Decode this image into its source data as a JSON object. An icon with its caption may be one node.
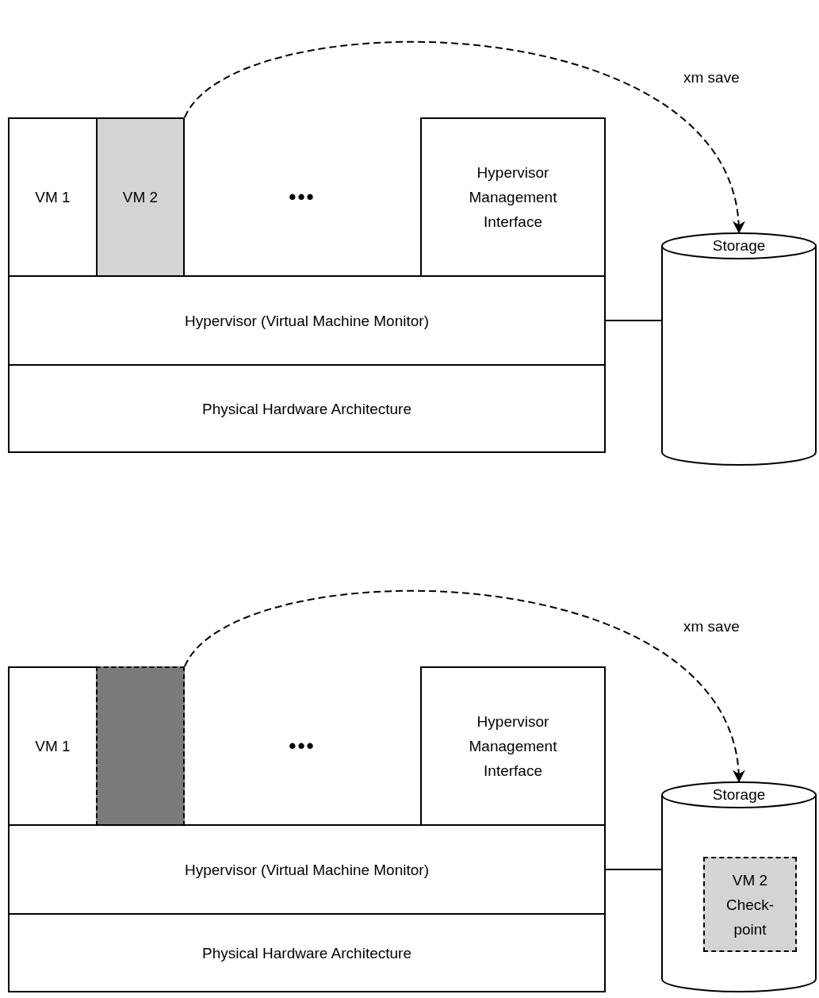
{
  "diagram": {
    "nodes": [
      {
        "text": [
          "VM 1"
        ]
      },
      {
        "text": [
          "VM 2"
        ]
      },
      {
        "text": [
          "Hypervisor Management Interface"
        ]
      },
      {
        "text": [
          "Hypervisor (Virtual Machine Monitor)"
        ]
      },
      {
        "text": [
          "Physical Hardware Architecture"
        ]
      },
      {
        "text": [
          "Storage"
        ]
      },
      {
        "text": [
          "VM 1"
        ]
      },
      {
        "text": [],
        "shape": "box"
      },
      {
        "text": [
          "Hypervisor Management Interface"
        ]
      },
      {
        "text": [
          "Hypervisor (Virtual Machine Monitor)"
        ]
      },
      {
        "text": [
          "Physical Hardware Architecture"
        ]
      },
      {
        "text": [
          "Storage"
        ]
      },
      {
        "text": [
          "VM 2 Check-point"
        ],
        "in": 11
      }
    ],
    "edges": [
      {
        "from": 1,
        "to": 5,
        "arrow": "to",
        "label": "xm save",
        "style": "dashed"
      },
      {
        "from": 3,
        "to": 5,
        "arrow": "none"
      },
      {
        "from": 7,
        "to": 11,
        "arrow": "to",
        "label": "xm save",
        "style": "dashed"
      },
      {
        "from": 9,
        "to": 11,
        "arrow": "none"
      }
    ],
    "labels": [
      "•••",
      "•••"
    ]
  }
}
